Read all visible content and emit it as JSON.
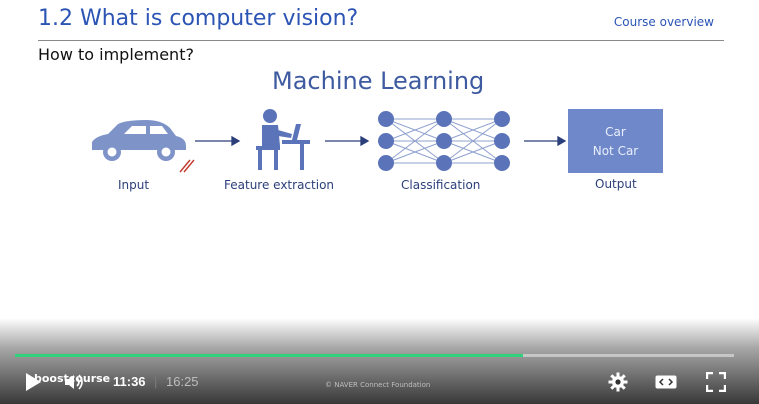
{
  "slide": {
    "title": "1.2 What is computer vision?",
    "course_link": "Course overview",
    "subtitle": "How to implement?",
    "diagram": {
      "heading": "Machine Learning",
      "stages": [
        "Input",
        "Feature extraction",
        "Classification",
        "Output"
      ],
      "output_lines": [
        "Car",
        "Not Car"
      ]
    }
  },
  "player": {
    "brand": "boostcourse",
    "current_time": "11:36",
    "separator": "|",
    "duration": "16:25",
    "watermark": "© NAVER Connect Foundation",
    "progress_fraction": 0.706,
    "accent": "#2fd17a"
  }
}
